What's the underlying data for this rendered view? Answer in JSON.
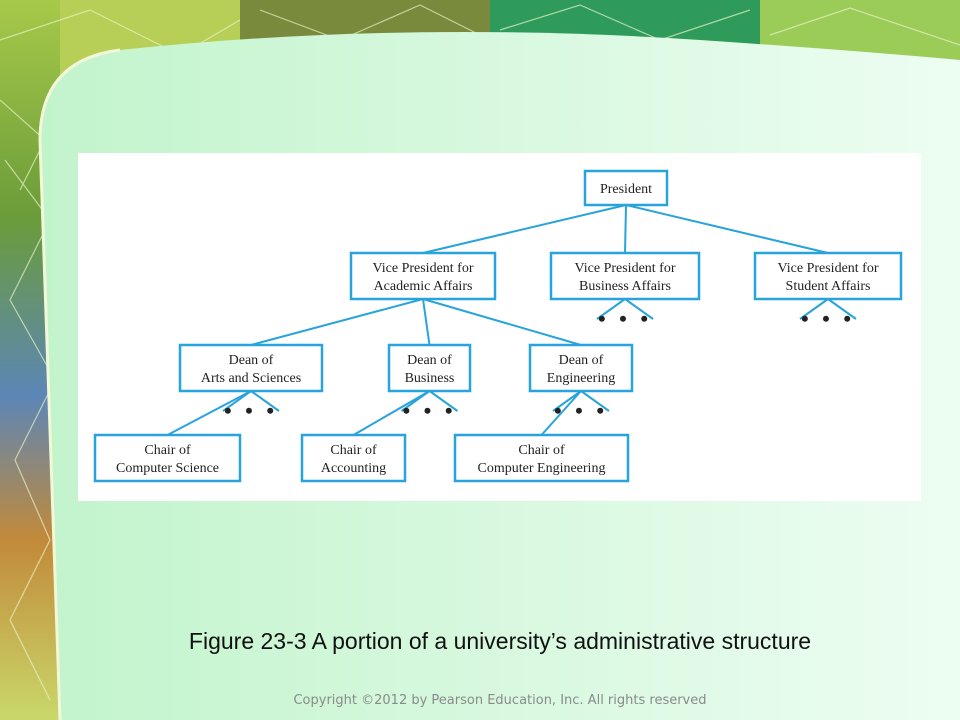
{
  "slide": {
    "caption": "Figure 23-3 A portion of a university’s administrative structure",
    "footer": "Copyright ©2012 by Pearson Education, Inc. All rights reserved",
    "colors": {
      "node_border": "#29a3dc",
      "panel_bg": "#c8f5d2",
      "panel_bg_right": "#ecfdf2"
    }
  },
  "org_chart": {
    "nodes": [
      {
        "id": "president",
        "lines": [
          "President"
        ]
      },
      {
        "id": "vp-academic",
        "lines": [
          "Vice President for",
          "Academic Affairs"
        ]
      },
      {
        "id": "vp-business",
        "lines": [
          "Vice President for",
          "Business Affairs"
        ]
      },
      {
        "id": "vp-student",
        "lines": [
          "Vice President for",
          "Student Affairs"
        ]
      },
      {
        "id": "dean-arts",
        "lines": [
          "Dean of",
          "Arts and Sciences"
        ]
      },
      {
        "id": "dean-business",
        "lines": [
          "Dean of",
          "Business"
        ]
      },
      {
        "id": "dean-engineering",
        "lines": [
          "Dean of",
          "Engineering"
        ]
      },
      {
        "id": "chair-cs",
        "lines": [
          "Chair of",
          "Computer Science"
        ]
      },
      {
        "id": "chair-accounting",
        "lines": [
          "Chair of",
          "Accounting"
        ]
      },
      {
        "id": "chair-ce",
        "lines": [
          "Chair of",
          "Computer Engineering"
        ]
      }
    ],
    "edges": [
      [
        "president",
        "vp-academic"
      ],
      [
        "president",
        "vp-business"
      ],
      [
        "president",
        "vp-student"
      ],
      [
        "vp-academic",
        "dean-arts"
      ],
      [
        "vp-academic",
        "dean-business"
      ],
      [
        "vp-academic",
        "dean-engineering"
      ],
      [
        "dean-arts",
        "chair-cs"
      ],
      [
        "dean-business",
        "chair-accounting"
      ],
      [
        "dean-engineering",
        "chair-ce"
      ]
    ],
    "ellipsis_under": [
      "vp-business",
      "vp-student",
      "dean-arts",
      "dean-business",
      "dean-engineering"
    ],
    "ellipsis_text": "• • •"
  }
}
